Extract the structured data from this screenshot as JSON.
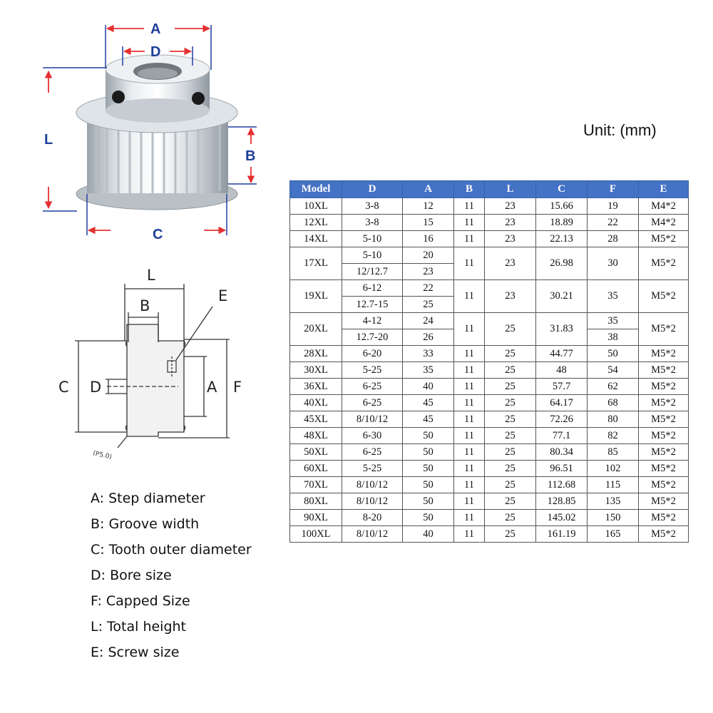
{
  "unit_label": "Unit: (mm)",
  "photo_labels": {
    "a": "A",
    "d": "D",
    "l": "L",
    "b": "B",
    "c": "C"
  },
  "drawing_labels": {
    "l": "L",
    "b": "B",
    "e": "E",
    "c": "C",
    "d": "D",
    "a": "A",
    "f": "F",
    "note": "(P5.0)"
  },
  "table": {
    "headers": [
      "Model",
      "D",
      "A",
      "B",
      "L",
      "C",
      "F",
      "E"
    ],
    "rows": [
      {
        "model": "10XL",
        "d": [
          "3-8"
        ],
        "a": [
          "12"
        ],
        "b": "11",
        "l": "23",
        "c": "15.66",
        "f": [
          "19"
        ],
        "e": "M4*2"
      },
      {
        "model": "12XL",
        "d": [
          "3-8"
        ],
        "a": [
          "15"
        ],
        "b": "11",
        "l": "23",
        "c": "18.89",
        "f": [
          "22"
        ],
        "e": "M4*2"
      },
      {
        "model": "14XL",
        "d": [
          "5-10"
        ],
        "a": [
          "16"
        ],
        "b": "11",
        "l": "23",
        "c": "22.13",
        "f": [
          "28"
        ],
        "e": "M5*2"
      },
      {
        "model": "17XL",
        "d": [
          "5-10",
          "12/12.7"
        ],
        "a": [
          "20",
          "23"
        ],
        "b": "11",
        "l": "23",
        "c": "26.98",
        "f": [
          "30"
        ],
        "e": "M5*2"
      },
      {
        "model": "19XL",
        "d": [
          "6-12",
          "12.7-15"
        ],
        "a": [
          "22",
          "25"
        ],
        "b": "11",
        "l": "23",
        "c": "30.21",
        "f": [
          "35"
        ],
        "e": "M5*2"
      },
      {
        "model": "20XL",
        "d": [
          "4-12",
          "12.7-20"
        ],
        "a": [
          "24",
          "26"
        ],
        "b": "11",
        "l": "25",
        "c": "31.83",
        "f": [
          "35",
          "38"
        ],
        "e": "M5*2"
      },
      {
        "model": "28XL",
        "d": [
          "6-20"
        ],
        "a": [
          "33"
        ],
        "b": "11",
        "l": "25",
        "c": "44.77",
        "f": [
          "50"
        ],
        "e": "M5*2"
      },
      {
        "model": "30XL",
        "d": [
          "5-25"
        ],
        "a": [
          "35"
        ],
        "b": "11",
        "l": "25",
        "c": "48",
        "f": [
          "54"
        ],
        "e": "M5*2"
      },
      {
        "model": "36XL",
        "d": [
          "6-25"
        ],
        "a": [
          "40"
        ],
        "b": "11",
        "l": "25",
        "c": "57.7",
        "f": [
          "62"
        ],
        "e": "M5*2"
      },
      {
        "model": "40XL",
        "d": [
          "6-25"
        ],
        "a": [
          "45"
        ],
        "b": "11",
        "l": "25",
        "c": "64.17",
        "f": [
          "68"
        ],
        "e": "M5*2"
      },
      {
        "model": "45XL",
        "d": [
          "8/10/12"
        ],
        "a": [
          "45"
        ],
        "b": "11",
        "l": "25",
        "c": "72.26",
        "f": [
          "80"
        ],
        "e": "M5*2"
      },
      {
        "model": "48XL",
        "d": [
          "6-30"
        ],
        "a": [
          "50"
        ],
        "b": "11",
        "l": "25",
        "c": "77.1",
        "f": [
          "82"
        ],
        "e": "M5*2"
      },
      {
        "model": "50XL",
        "d": [
          "6-25"
        ],
        "a": [
          "50"
        ],
        "b": "11",
        "l": "25",
        "c": "80.34",
        "f": [
          "85"
        ],
        "e": "M5*2"
      },
      {
        "model": "60XL",
        "d": [
          "5-25"
        ],
        "a": [
          "50"
        ],
        "b": "11",
        "l": "25",
        "c": "96.51",
        "f": [
          "102"
        ],
        "e": "M5*2"
      },
      {
        "model": "70XL",
        "d": [
          "8/10/12"
        ],
        "a": [
          "50"
        ],
        "b": "11",
        "l": "25",
        "c": "112.68",
        "f": [
          "115"
        ],
        "e": "M5*2"
      },
      {
        "model": "80XL",
        "d": [
          "8/10/12"
        ],
        "a": [
          "50"
        ],
        "b": "11",
        "l": "25",
        "c": "128.85",
        "f": [
          "135"
        ],
        "e": "M5*2"
      },
      {
        "model": "90XL",
        "d": [
          "8-20"
        ],
        "a": [
          "50"
        ],
        "b": "11",
        "l": "25",
        "c": "145.02",
        "f": [
          "150"
        ],
        "e": "M5*2"
      },
      {
        "model": "100XL",
        "d": [
          "8/10/12"
        ],
        "a": [
          "40"
        ],
        "b": "11",
        "l": "25",
        "c": "161.19",
        "f": [
          "165"
        ],
        "e": "M5*2"
      }
    ]
  },
  "legend": [
    "A: Step diameter",
    "B: Groove width",
    "C: Tooth outer diameter",
    "D: Bore size",
    "F: Capped Size",
    "L: Total height",
    "E: Screw size"
  ]
}
